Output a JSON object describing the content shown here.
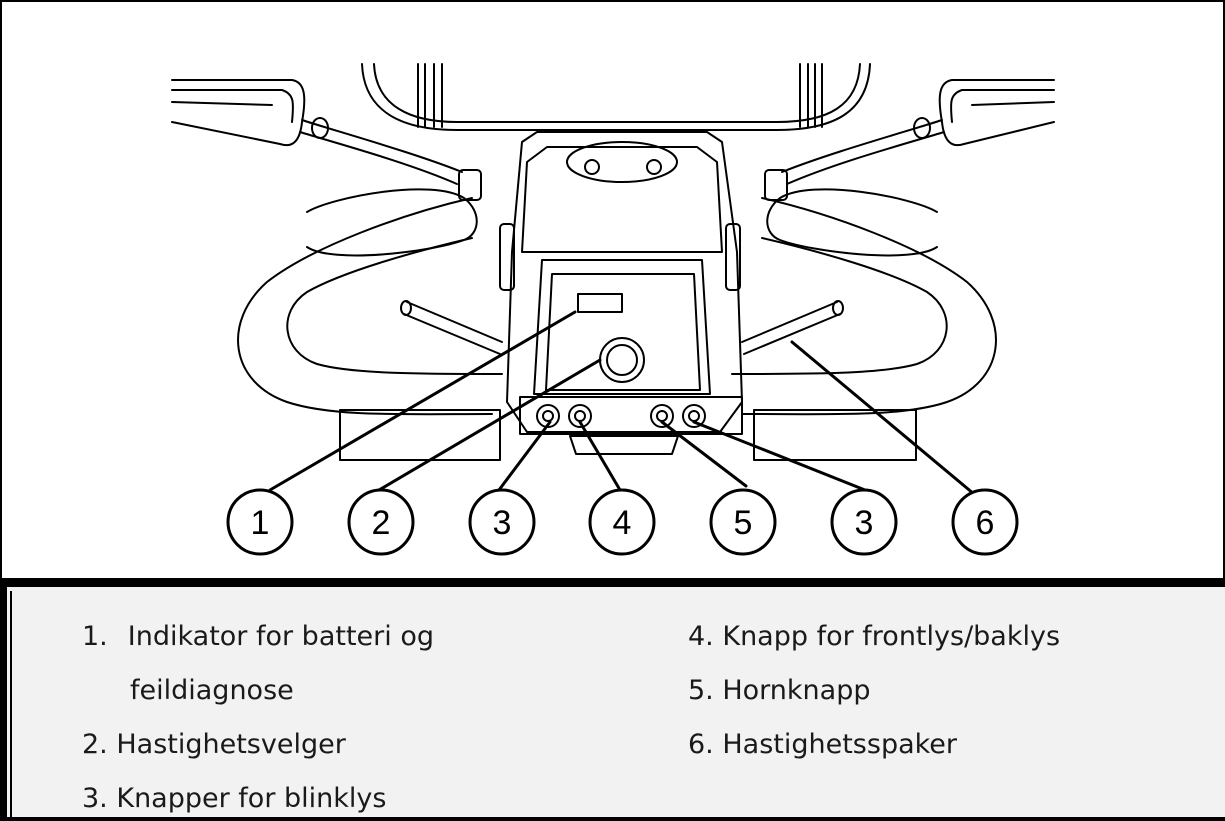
{
  "callouts": [
    "1",
    "2",
    "3",
    "4",
    "5",
    "3",
    "6"
  ],
  "legend": {
    "left": [
      {
        "number": "1.",
        "text": "Indikator for batteri og"
      },
      {
        "number": "",
        "text": "feildiagnose"
      },
      {
        "number": "2.",
        "text": "Hastighetsvelger"
      },
      {
        "number": "3.",
        "text": "Knapper for blinklys"
      }
    ],
    "right": [
      {
        "number": "4.",
        "text": "Knapp for frontlys/baklys"
      },
      {
        "number": "5.",
        "text": "Hornknapp"
      },
      {
        "number": "6.",
        "text": "Hastighetsspaker"
      }
    ]
  }
}
